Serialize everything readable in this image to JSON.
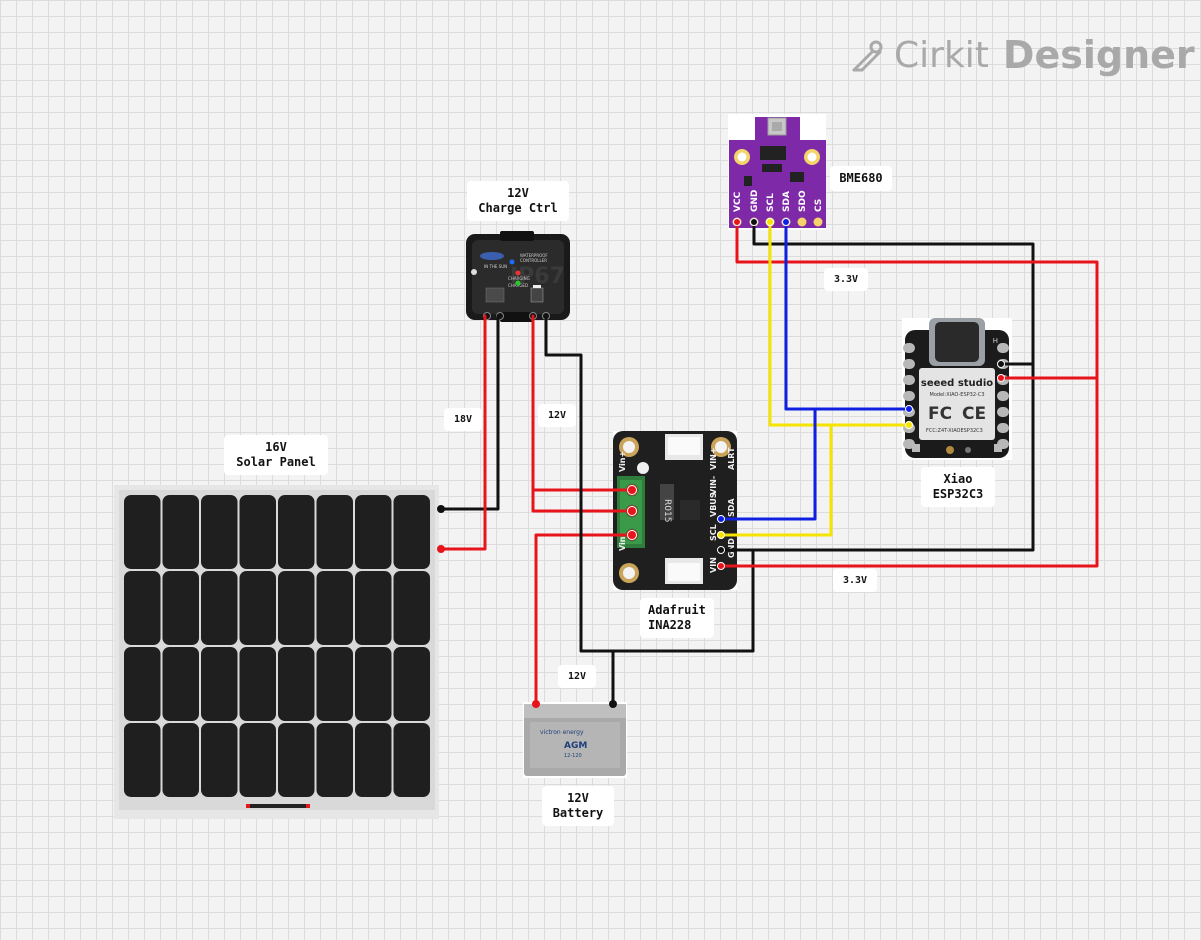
{
  "brand": {
    "prefix": "Cirkit",
    "suffix": "Designer",
    "icon": "cirkit-pencil-icon"
  },
  "components": {
    "solar_panel": {
      "label": "16V\nSolar Panel"
    },
    "charge_ctrl": {
      "label": "12V\nCharge Ctrl",
      "print": [
        "WATERPROOF",
        "CONTROLLER",
        "IN THE SUN",
        "CHARGING",
        "CHARGED",
        "IP67"
      ]
    },
    "bme680": {
      "label": "BME680",
      "pins": [
        "VCC",
        "GND",
        "SCL",
        "SDA",
        "SDO",
        "CS"
      ]
    },
    "xiao": {
      "label": "Xiao\nESP32C3",
      "print": [
        "seeed studio",
        "Model:XIAO-ESP32-C3",
        "FC",
        "CE",
        "FCC:Z4T-XIAOESP32C3"
      ]
    },
    "ina228": {
      "label": "Adafruit\nINA228",
      "pins_left": [
        "Vin+",
        "Vin-"
      ],
      "pins_right": [
        "VIN+",
        "VIN-",
        "ALRT",
        "VBUS",
        "SDA",
        "SCL",
        "GND",
        "VIN"
      ],
      "print": [
        "R015"
      ]
    },
    "battery": {
      "label": "12V\nBattery",
      "print": [
        "victron energy",
        "AGM",
        "12-120"
      ]
    }
  },
  "wire_labels": {
    "w18v": "18V",
    "w12v_ctrl": "12V",
    "w12v_batt": "12V",
    "w33v_top": "3.3V",
    "w33v_bottom": "3.3V"
  },
  "colors": {
    "power": "#e8141c",
    "ground": "#111111",
    "scl": "#f5e400",
    "sda": "#1020e0",
    "grid_bg": "#f3f3f3",
    "grid_line": "#dcdcdc"
  }
}
